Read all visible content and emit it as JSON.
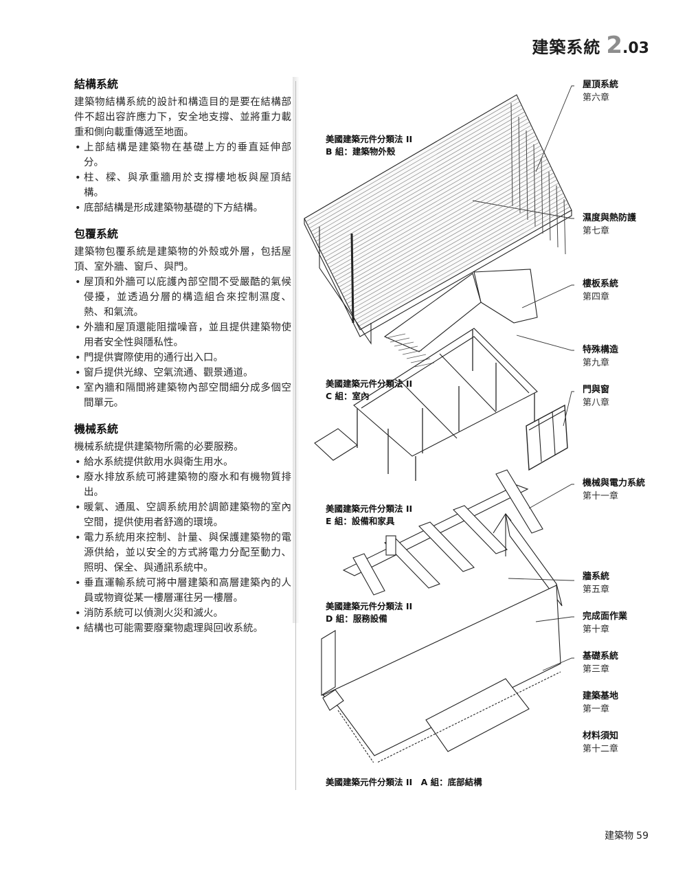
{
  "header": {
    "title": "建築系統",
    "big_digit": "2",
    "num_suffix": ".03"
  },
  "sections": [
    {
      "title": "結構系統",
      "intro": "建築物結構系統的設計和構造目的是要在結構部件不超出容許應力下，安全地支撐、並將重力載重和側向載重傳遞至地面。",
      "bullets": [
        "上部結構是建築物在基礎上方的垂直延伸部分。",
        "柱、樑、與承重牆用於支撐樓地板與屋頂結構。",
        "底部結構是形成建築物基礎的下方結構。"
      ]
    },
    {
      "title": "包覆系統",
      "intro": "建築物包覆系統是建築物的外殼或外層，包括屋頂、室外牆、窗戶、與門。",
      "bullets": [
        "屋頂和外牆可以庇護內部空間不受嚴酷的氣候侵擾，並透過分層的構造組合來控制濕度、熱、和氣流。",
        "外牆和屋頂還能阻擋噪音，並且提供建築物使用者安全性與隱私性。",
        "門提供實際使用的通行出入口。",
        "窗戶提供光線、空氣流通、觀景通道。",
        "室內牆和隔間將建築物內部空間細分成多個空間單元。"
      ]
    },
    {
      "title": "機械系統",
      "intro": "機械系統提供建築物所需的必要服務。",
      "bullets": [
        "給水系統提供飲用水與衛生用水。",
        "廢水排放系統可將建築物的廢水和有機物質排出。",
        "暖氣、通風、空調系統用於調節建築物的室內空間，提供使用者舒適的環境。",
        "電力系統用來控制、計量、與保護建築物的電源供給，並以安全的方式將電力分配至動力、照明、保全、與通訊系統中。",
        "垂直運輸系統可將中層建築和高層建築內的人員或物資從某一樓層運往另一樓層。",
        "消防系統可以偵測火災和滅火。",
        "結構也可能需要廢棄物處理與回收系統。"
      ]
    }
  ],
  "groups": {
    "b": {
      "line1": "美國建築元件分類法 II",
      "line2": "B 組：建築物外殼"
    },
    "c": {
      "line1": "美國建築元件分類法 II",
      "line2": "C 組：室內"
    },
    "e": {
      "line1": "美國建築元件分類法 II",
      "line2": "E 組：設備和家具"
    },
    "d": {
      "line1": "美國建築元件分類法 II",
      "line2": "D 組：服務設備"
    },
    "a": {
      "line1": "美國建築元件分類法 II　A 組：底部結構"
    }
  },
  "systems": [
    {
      "name": "屋頂系統",
      "chapter": "第六章"
    },
    {
      "name": "濕度與熱防護",
      "chapter": "第七章"
    },
    {
      "name": "樓板系統",
      "chapter": "第四章"
    },
    {
      "name": "特殊構造",
      "chapter": "第九章"
    },
    {
      "name": "門與窗",
      "chapter": "第八章"
    },
    {
      "name": "機械與電力系統",
      "chapter": "第十一章"
    },
    {
      "name": "牆系統",
      "chapter": "第五章"
    },
    {
      "name": "完成面作業",
      "chapter": "第十章"
    },
    {
      "name": "基礎系統",
      "chapter": "第三章"
    },
    {
      "name": "建築基地",
      "chapter": "第一章"
    },
    {
      "name": "材料須知",
      "chapter": "第十二章"
    }
  ],
  "footer": {
    "book": "建築物",
    "page": "59"
  }
}
